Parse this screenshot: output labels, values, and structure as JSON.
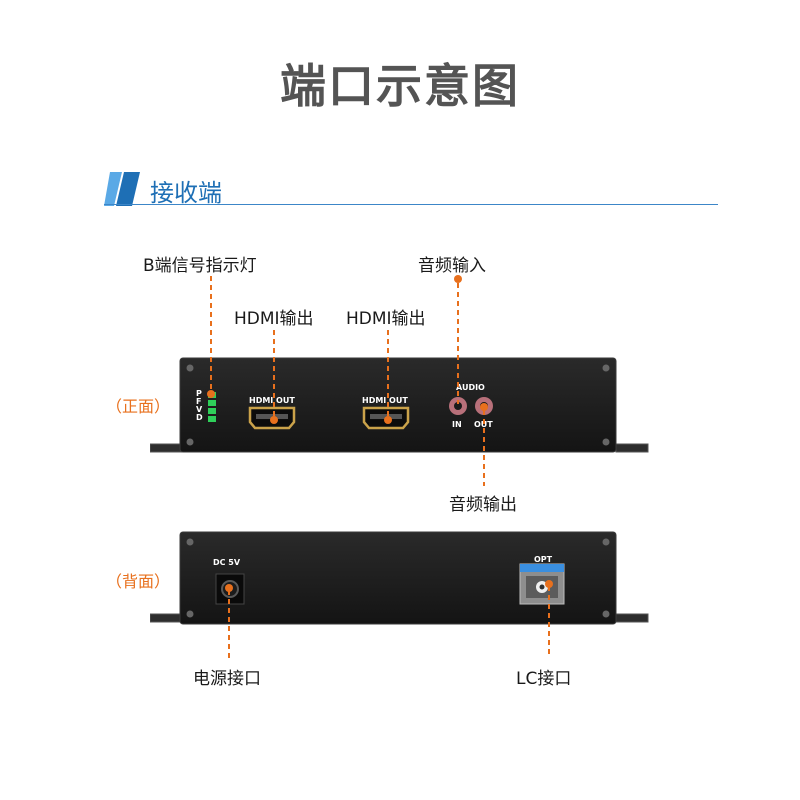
{
  "title": "端口示意图",
  "section": {
    "title": "接收端",
    "accent": "#1e6fb5"
  },
  "front": {
    "side_label": "（正面）",
    "led_letters": [
      "P",
      "F",
      "V",
      "D"
    ],
    "hdmi_port_label_1": "HDMI OUT",
    "hdmi_port_label_2": "HDMI OUT",
    "audio_label": "AUDIO",
    "audio_in_label": "IN",
    "audio_out_label": "OUT",
    "callouts": {
      "led": "B端信号指示灯",
      "hdmi_1": "HDMI输出",
      "hdmi_2": "HDMI输出",
      "audio_in": "音频输入",
      "audio_out": "音频输出"
    }
  },
  "back": {
    "side_label": "（背面）",
    "dc_label": "DC 5V",
    "opt_label": "OPT",
    "callouts": {
      "power": "电源接口",
      "lc": "LC接口"
    }
  },
  "colors": {
    "callout_line": "#e8701d",
    "device_body": "#1b1b1b",
    "led": "#2fd05a"
  }
}
